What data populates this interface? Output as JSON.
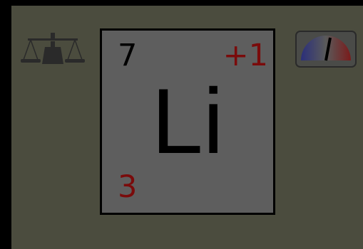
{
  "element": {
    "mass_number": "7",
    "charge": "+1",
    "symbol": "Li",
    "atomic_number": "3"
  },
  "icons": {
    "left": "balance-scale-icon",
    "right": "charge-meter-icon"
  },
  "colors": {
    "background": "#4b4c3e",
    "frame": "#000000",
    "tile": "#5e5e5e",
    "accent_red": "#7a0b0b",
    "meter_blue": "#2b2f7a",
    "meter_red": "#7a1b1b"
  }
}
